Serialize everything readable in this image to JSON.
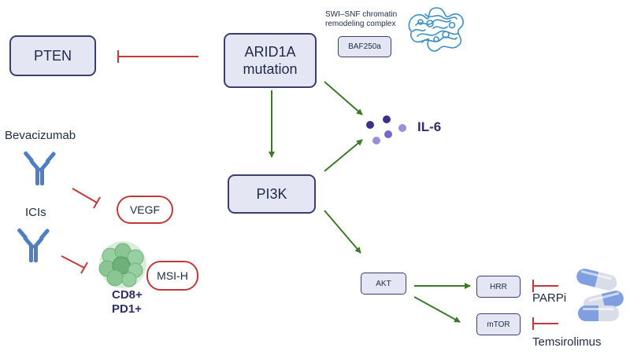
{
  "nodes": {
    "pten": "PTEN",
    "arid1a_line1": "ARID1A",
    "arid1a_line2": "mutation",
    "pi3k": "PI3K",
    "baf250a": "BAF250a",
    "akt": "AKT",
    "hrr": "HRR",
    "mtor": "mTOR",
    "vegf": "VEGF",
    "msih": "MSI-H"
  },
  "labels": {
    "swisnf_line1": "SWI–SNF chromatin",
    "swisnf_line2": "remodeling complex",
    "il6": "IL-6",
    "bevacizumab": "Bevacizumab",
    "icis": "ICIs",
    "cd8": "CD8+",
    "pd1": "PD1+",
    "parpi": "PARPi",
    "temsirolimus": "Temsirolimus"
  },
  "icons": {
    "antibody": "antibody-icon",
    "capsule": "capsule-icon",
    "chromatin": "chromatin-icon",
    "cytokine": "cytokine-dots-icon",
    "tcell_cluster": "tcell-cluster-icon"
  },
  "colors": {
    "box_fill": "#e4e6f4",
    "box_border": "#3a3f6b",
    "activation_arrow": "#3c7a2a",
    "inhibition_line": "#c0393b",
    "antibody_blue": "#4f7fc2",
    "capsule_blue": "#7f9fe0",
    "tcell_green": "#7dbf87"
  }
}
